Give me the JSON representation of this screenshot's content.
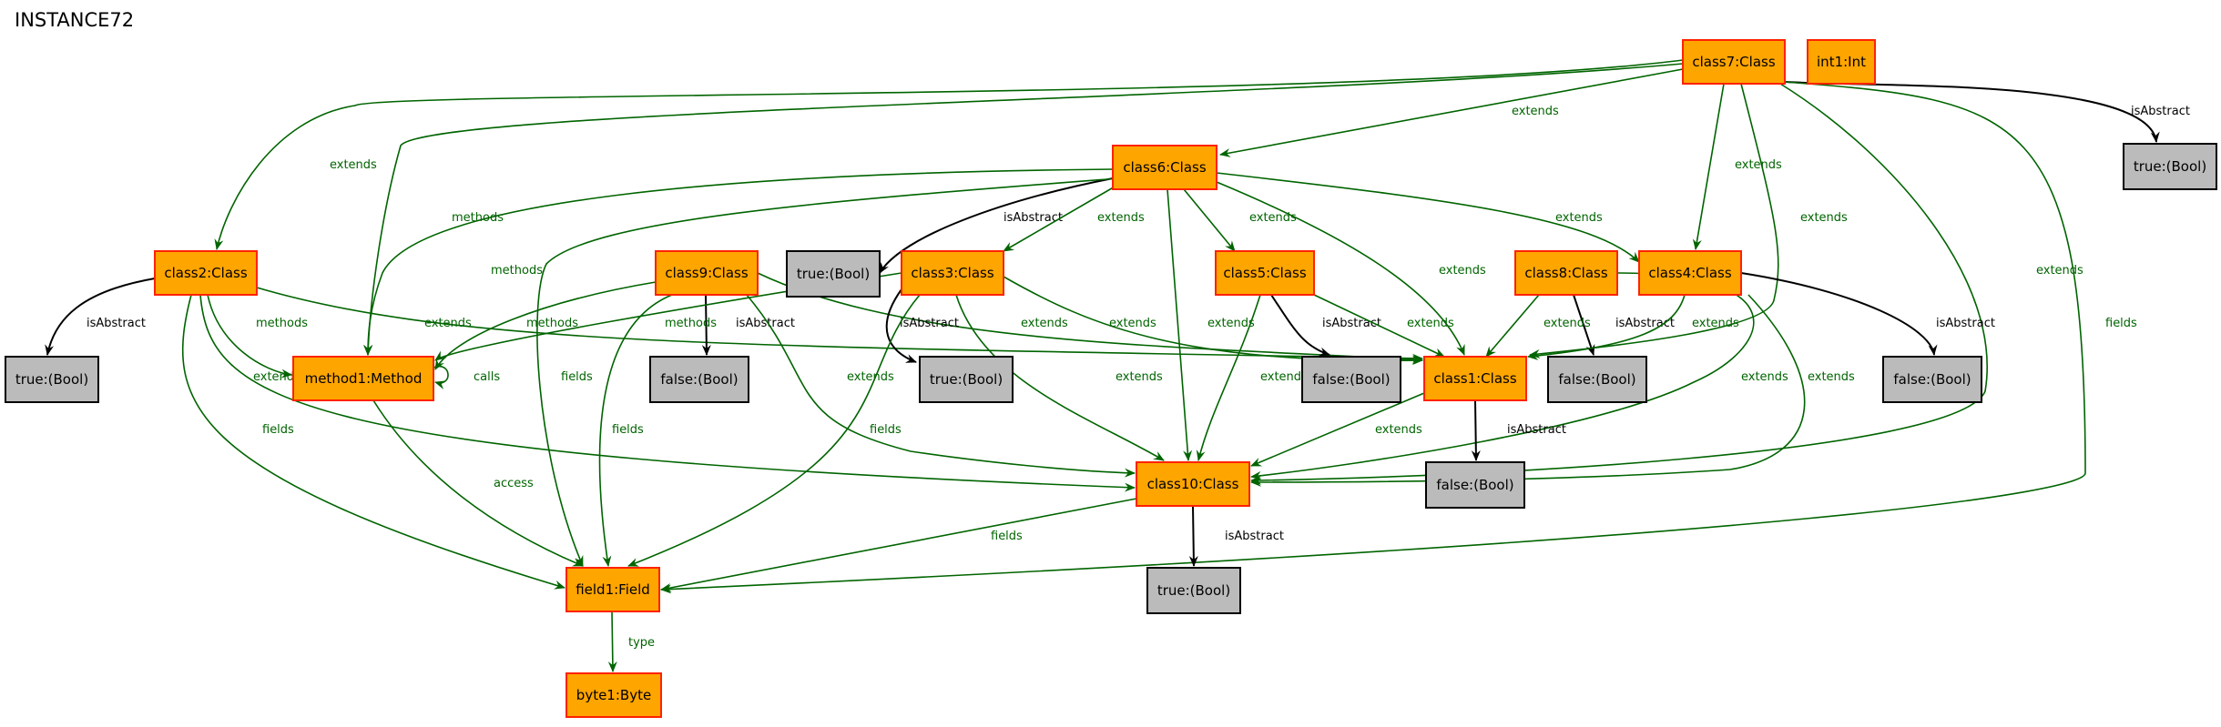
{
  "title": "INSTANCE72",
  "colors": {
    "class_fill": "#FFA500",
    "class_stroke": "#FF2200",
    "bool_fill": "#BBBBBB",
    "bool_stroke": "#000000",
    "extends_edge": "#006400",
    "abstract_edge": "#000000"
  },
  "nodes": [
    {
      "id": "class7",
      "label": "class7:Class",
      "kind": "object"
    },
    {
      "id": "int1",
      "label": "int1:Int",
      "kind": "object"
    },
    {
      "id": "true_c7",
      "label": "true:(Bool)",
      "kind": "value"
    },
    {
      "id": "class6",
      "label": "class6:Class",
      "kind": "object"
    },
    {
      "id": "class2",
      "label": "class2:Class",
      "kind": "object"
    },
    {
      "id": "true_c6",
      "label": "true:(Bool)",
      "kind": "value"
    },
    {
      "id": "class9",
      "label": "class9:Class",
      "kind": "object"
    },
    {
      "id": "class3",
      "label": "class3:Class",
      "kind": "object"
    },
    {
      "id": "class5",
      "label": "class5:Class",
      "kind": "object"
    },
    {
      "id": "class8",
      "label": "class8:Class",
      "kind": "object"
    },
    {
      "id": "class4",
      "label": "class4:Class",
      "kind": "object"
    },
    {
      "id": "true_c2",
      "label": "true:(Bool)",
      "kind": "value"
    },
    {
      "id": "method1",
      "label": "method1:Method",
      "kind": "object"
    },
    {
      "id": "false_c9",
      "label": "false:(Bool)",
      "kind": "value"
    },
    {
      "id": "true_c3",
      "label": "true:(Bool)",
      "kind": "value"
    },
    {
      "id": "false_c5",
      "label": "false:(Bool)",
      "kind": "value"
    },
    {
      "id": "class1",
      "label": "class1:Class",
      "kind": "object"
    },
    {
      "id": "false_c8",
      "label": "false:(Bool)",
      "kind": "value"
    },
    {
      "id": "false_c4",
      "label": "false:(Bool)",
      "kind": "value"
    },
    {
      "id": "class10",
      "label": "class10:Class",
      "kind": "object"
    },
    {
      "id": "false_c1",
      "label": "false:(Bool)",
      "kind": "value"
    },
    {
      "id": "field1",
      "label": "field1:Field",
      "kind": "object"
    },
    {
      "id": "true_c10",
      "label": "true:(Bool)",
      "kind": "value"
    },
    {
      "id": "byte1",
      "label": "byte1:Byte",
      "kind": "object"
    }
  ],
  "edges": [
    {
      "from": "class7",
      "to": "true_c7",
      "label": "isAbstract",
      "kind": "abstract"
    },
    {
      "from": "class7",
      "to": "class6",
      "label": "extends",
      "kind": "rel"
    },
    {
      "from": "class7",
      "to": "class2",
      "label": "extends",
      "kind": "rel"
    },
    {
      "from": "class7",
      "to": "method1",
      "label": "methods",
      "kind": "rel"
    },
    {
      "from": "class7",
      "to": "class4",
      "label": "extends",
      "kind": "rel"
    },
    {
      "from": "class7",
      "to": "class1",
      "label": "extends",
      "kind": "rel"
    },
    {
      "from": "class7",
      "to": "class10",
      "label": "extends",
      "kind": "rel"
    },
    {
      "from": "class7",
      "to": "field1",
      "label": "fields",
      "kind": "rel"
    },
    {
      "from": "class6",
      "to": "true_c6",
      "label": "isAbstract",
      "kind": "abstract"
    },
    {
      "from": "class6",
      "to": "class3",
      "label": "extends",
      "kind": "rel"
    },
    {
      "from": "class6",
      "to": "class5",
      "label": "extends",
      "kind": "rel"
    },
    {
      "from": "class6",
      "to": "class4",
      "label": "extends",
      "kind": "rel"
    },
    {
      "from": "class6",
      "to": "class1",
      "label": "extends",
      "kind": "rel"
    },
    {
      "from": "class6",
      "to": "class10",
      "label": "extends",
      "kind": "rel"
    },
    {
      "from": "class6",
      "to": "method1",
      "label": "methods",
      "kind": "rel"
    },
    {
      "from": "class6",
      "to": "field1",
      "label": "fields",
      "kind": "rel"
    },
    {
      "from": "class2",
      "to": "true_c2",
      "label": "isAbstract",
      "kind": "abstract"
    },
    {
      "from": "class2",
      "to": "method1",
      "label": "methods",
      "kind": "rel"
    },
    {
      "from": "class2",
      "to": "class10",
      "label": "extends",
      "kind": "rel"
    },
    {
      "from": "class2",
      "to": "field1",
      "label": "fields",
      "kind": "rel"
    },
    {
      "from": "class2",
      "to": "class1",
      "label": "extends",
      "kind": "rel"
    },
    {
      "from": "class9",
      "to": "false_c9",
      "label": "isAbstract",
      "kind": "abstract"
    },
    {
      "from": "class9",
      "to": "method1",
      "label": "methods",
      "kind": "rel"
    },
    {
      "from": "class9",
      "to": "field1",
      "label": "fields",
      "kind": "rel"
    },
    {
      "from": "class9",
      "to": "class10",
      "label": "extends",
      "kind": "rel"
    },
    {
      "from": "class9",
      "to": "class1",
      "label": "extends",
      "kind": "rel"
    },
    {
      "from": "class3",
      "to": "true_c3",
      "label": "isAbstract",
      "kind": "abstract"
    },
    {
      "from": "class3",
      "to": "method1",
      "label": "methods",
      "kind": "rel"
    },
    {
      "from": "class3",
      "to": "field1",
      "label": "fields",
      "kind": "rel"
    },
    {
      "from": "class3",
      "to": "class10",
      "label": "extends",
      "kind": "rel"
    },
    {
      "from": "class3",
      "to": "class1",
      "label": "extends",
      "kind": "rel"
    },
    {
      "from": "class5",
      "to": "false_c5",
      "label": "isAbstract",
      "kind": "abstract"
    },
    {
      "from": "class5",
      "to": "class1",
      "label": "extends",
      "kind": "rel"
    },
    {
      "from": "class5",
      "to": "class10",
      "label": "extends",
      "kind": "rel"
    },
    {
      "from": "class8",
      "to": "false_c8",
      "label": "isAbstract",
      "kind": "abstract"
    },
    {
      "from": "class8",
      "to": "class1",
      "label": "extends",
      "kind": "rel"
    },
    {
      "from": "class8",
      "to": "class10",
      "label": "extends",
      "kind": "rel"
    },
    {
      "from": "class4",
      "to": "false_c4",
      "label": "isAbstract",
      "kind": "abstract"
    },
    {
      "from": "class4",
      "to": "class1",
      "label": "extends",
      "kind": "rel"
    },
    {
      "from": "class4",
      "to": "class10",
      "label": "extends",
      "kind": "rel"
    },
    {
      "from": "method1",
      "to": "method1",
      "label": "calls",
      "kind": "rel"
    },
    {
      "from": "method1",
      "to": "field1",
      "label": "access",
      "kind": "rel"
    },
    {
      "from": "class1",
      "to": "false_c1",
      "label": "isAbstract",
      "kind": "abstract"
    },
    {
      "from": "class1",
      "to": "class10",
      "label": "extends",
      "kind": "rel"
    },
    {
      "from": "class10",
      "to": "true_c10",
      "label": "isAbstract",
      "kind": "abstract"
    },
    {
      "from": "class10",
      "to": "field1",
      "label": "fields",
      "kind": "rel"
    },
    {
      "from": "field1",
      "to": "byte1",
      "label": "type",
      "kind": "rel"
    }
  ]
}
